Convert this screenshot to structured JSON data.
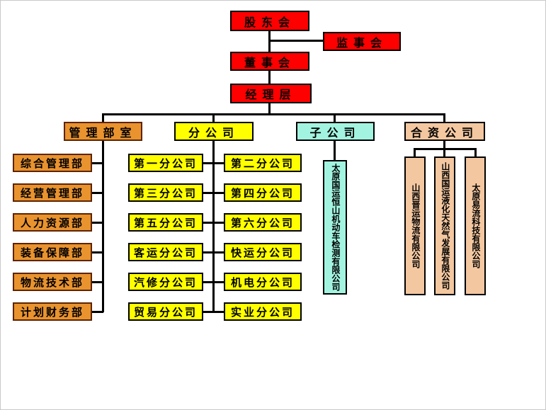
{
  "org_chart": {
    "governance": {
      "shareholders": "股东会",
      "supervisory_board": "监事会",
      "board_of_directors": "董事会",
      "management_level": "经理层"
    },
    "groups": {
      "admin_office": "管理部室",
      "branch_companies": "分公司",
      "subsidiaries": "子公司",
      "joint_ventures": "合资公司"
    },
    "admin_departments": [
      "综合管理部",
      "经营管理部",
      "人力资源部",
      "装备保障部",
      "物流技术部",
      "计划财务部"
    ],
    "branches_left": [
      "第一分公司",
      "第三分公司",
      "第五分公司",
      "客运分公司",
      "汽修分公司",
      "贸易分公司"
    ],
    "branches_right": [
      "第二分公司",
      "第四分公司",
      "第六分公司",
      "快运分公司",
      "机电分公司",
      "实业分公司"
    ],
    "subsidiary_companies": [
      "太原国运恒山机动车检测有限公司"
    ],
    "joint_venture_companies": [
      "山西晋运物流有限公司",
      "山西国运液化天然气发展有限公司",
      "太原易流科技有限公司"
    ],
    "colors": {
      "governance_red": "#ff0000",
      "admin_orange": "#e9932f",
      "branch_yellow": "#ffff00",
      "subsidiary_cyan": "#a2f4e0",
      "joint_peach": "#f3c7a0",
      "line_black": "#000000"
    }
  }
}
